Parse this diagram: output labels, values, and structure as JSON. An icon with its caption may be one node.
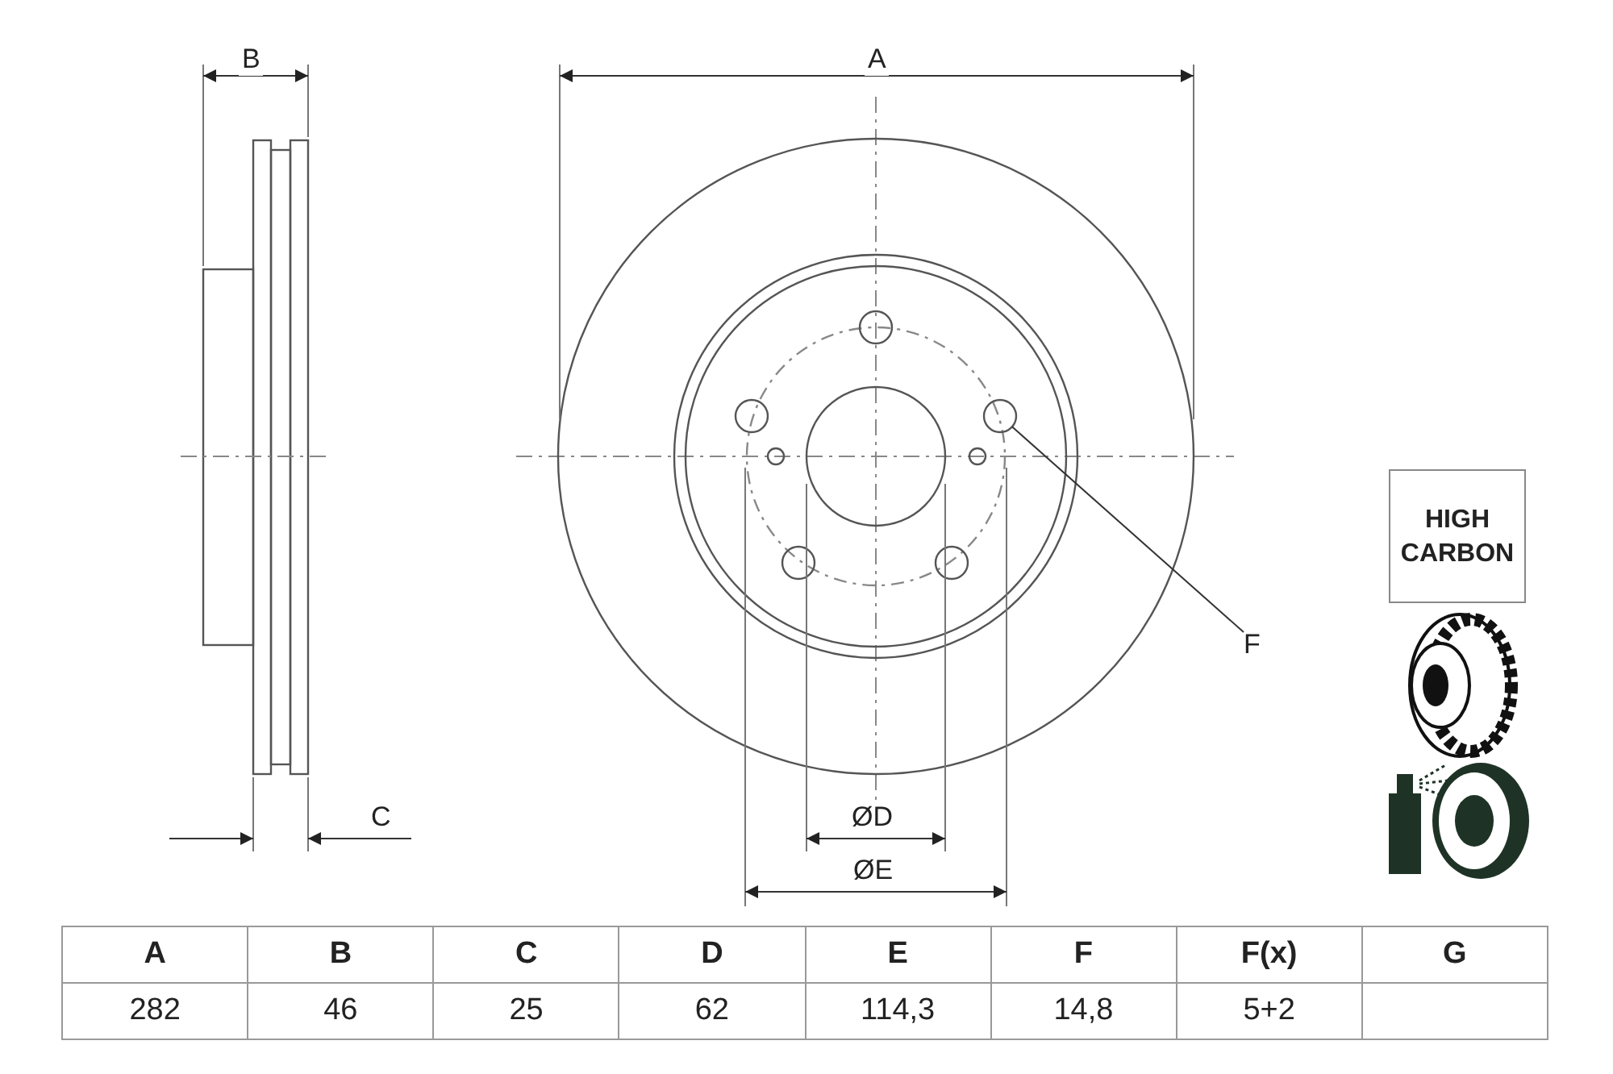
{
  "diagram": {
    "nodes": [
      {
        "text": [
          "HIGH CARBON"
        ]
      },
      {
        "text": [
          "F"
        ]
      },
      {
        "text": [],
        "shape": "circle"
      }
    ],
    "edges": [
      {
        "from": 1,
        "to": 2,
        "arrow": "none"
      }
    ],
    "labels": [
      "B",
      "A",
      "C",
      "ØD",
      "ØE",
      "A",
      "B",
      "C",
      "D",
      "E",
      "F",
      "F(x)",
      "G",
      "282",
      "46",
      "25",
      "62",
      "114,3",
      "14,8",
      "5+2"
    ]
  }
}
